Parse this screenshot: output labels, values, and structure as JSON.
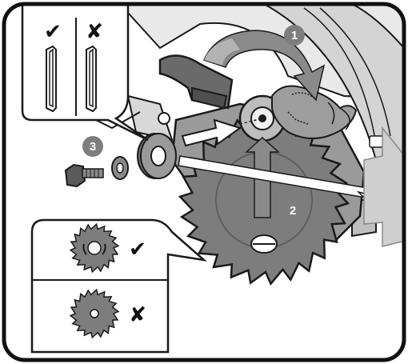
{
  "steps": [
    "1",
    "2",
    "3"
  ],
  "marks": {
    "correct": "✔",
    "wrong": "✘"
  },
  "colors": {
    "blade": "#7d7d7d",
    "blade_dark": "#5e5e5e",
    "body": "#a8a8a8",
    "guard_light": "#dcdcdc",
    "line": "#1a1a1a",
    "frame": "#111111",
    "arrow_exit": "#cfcfcf"
  },
  "icons": [
    "saw-blade",
    "blade-washer",
    "flange",
    "bolt",
    "hand-glove",
    "rotation-arrow",
    "push-arrow",
    "direction-arrow",
    "check-mark",
    "cross-mark"
  ]
}
